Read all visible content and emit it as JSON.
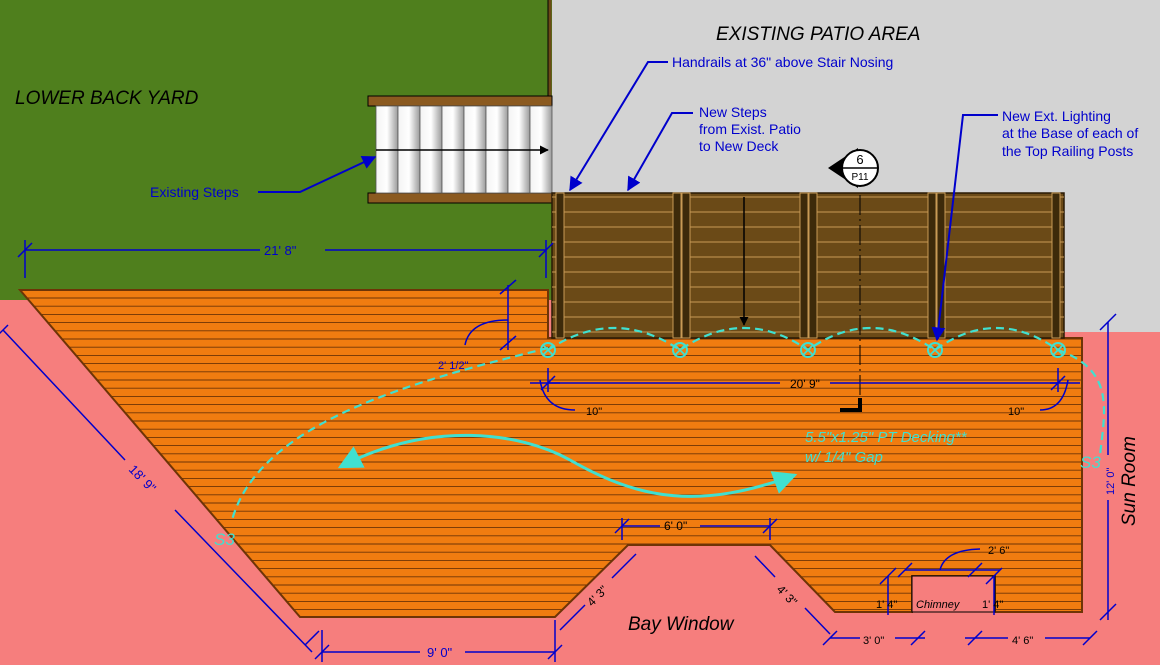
{
  "areas": {
    "lower_back_yard": "LOWER BACK YARD",
    "existing_patio": "EXISTING PATIO AREA",
    "sun_room": "Sun Room",
    "bay_window": "Bay Window",
    "chimney": "Chimney"
  },
  "callouts": {
    "existing_steps": "Existing Steps",
    "handrails": "Handrails at 36\" above Stair Nosing",
    "new_steps": [
      "New Steps",
      "from Exist. Patio",
      "to New Deck"
    ],
    "lighting": [
      "New Ext. Lighting",
      "at the Base of each of",
      "the Top Railing Posts"
    ],
    "decking": [
      "5.5\"x1.25\" PT Decking**",
      "w/ 1/4\" Gap"
    ]
  },
  "section_marker": {
    "number": "6",
    "sheet": "P11"
  },
  "span_tags": {
    "left": "S3",
    "right": "S3"
  },
  "dimensions": {
    "top_width": "21' 8\"",
    "diagonal": "18' 9\"",
    "bottom_left": "9' 0\"",
    "bay_top": "6' 0\"",
    "bay_left": "4' 3\"",
    "bay_right": "4' 3\"",
    "inset": "2' 1/2\"",
    "step_width": "20' 9\"",
    "offset_left": "10\"",
    "offset_right": "10\"",
    "depth": "12' 0\"",
    "chimney_width": "2' 6\"",
    "chimney_left_depth": "1' 4\"",
    "chimney_right_depth": "1' 4\"",
    "bottom_mid": "3' 0\"",
    "bottom_right": "4' 6\""
  },
  "colors": {
    "grass": "#4f7f1d",
    "patio": "#d3d3d3",
    "house": "#f67e7d",
    "deck": "#f07c10",
    "deck_line": "#6e3406",
    "steps": "#6b4a17",
    "dimension": "#0000cc",
    "annotation": "#40e0d0"
  }
}
